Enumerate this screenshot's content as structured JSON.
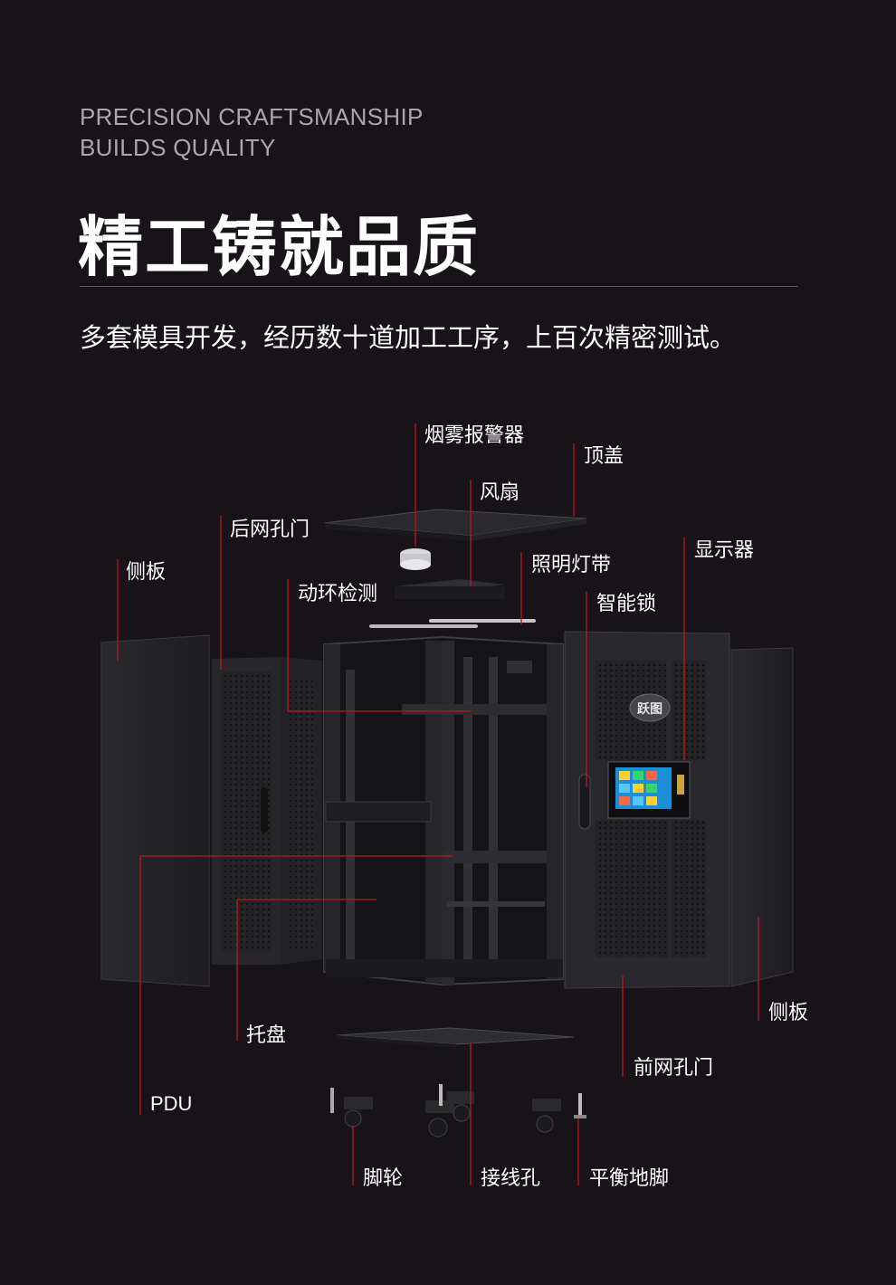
{
  "header": {
    "eyebrow_line1": "PRECISION CRAFTSMANSHIP",
    "eyebrow_line2": "BUILDS QUALITY",
    "title": "精工铸就品质",
    "subtitle": "多套模具开发，经历数十道加工工序，上百次精密测试。"
  },
  "product": {
    "brand_badge": "跃图"
  },
  "callouts": {
    "smoke_alarm": "烟雾报警器",
    "top_cover": "顶盖",
    "fan": "风扇",
    "rear_mesh_door": "后网孔门",
    "side_panel_left": "侧板",
    "display": "显示器",
    "lighting_strip": "照明灯带",
    "env_monitor": "动环检测",
    "smart_lock": "智能锁",
    "side_panel_right": "侧板",
    "tray": "托盘",
    "front_mesh_door": "前网孔门",
    "pdu": "PDU",
    "casters": "脚轮",
    "cable_hole": "接线孔",
    "leveling_feet": "平衡地脚"
  },
  "colors": {
    "background": "#171319",
    "leader_line": "#c0161e",
    "metal_dark": "#1f1f22",
    "metal_mid": "#2c2c30",
    "metal_light": "#3c3c41",
    "screen_blue": "#1b8ed6"
  }
}
